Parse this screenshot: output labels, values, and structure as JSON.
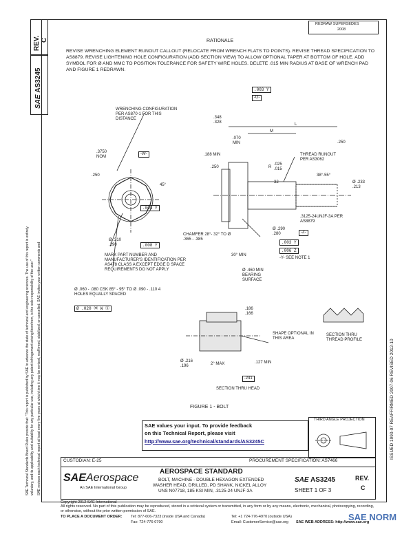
{
  "header": {
    "rev_label": "REV.",
    "rev_value": "C",
    "doc_number": "AS3245",
    "right_stamp_1": "REDRAW  SUPERSEDES",
    "right_stamp_2": "2008"
  },
  "rationale": {
    "title": "RATIONALE",
    "body": "REVISE WRENCHING ELEMENT RUNOUT CALLOUT (RELOCATE FROM WRENCH FLATS TO POINTS). REVISE THREAD SPECIFICATION TO AS8879. REVISE LIGHTENING HOLE CONFIGURATION (ADD SECTION VIEW) TO ALLOW OPTIONAL TAPER AT BOTTOM OF HOLE. ADD SYMBOL FOR Ø AND MMC TO POSITION TOLERANCE FOR SAFETY WIRE HOLES. DELETE .015 MIN RADIUS AT BASE OF WRENCH PAD AND FIGURE 1 REDRAWN."
  },
  "left_margin": {
    "line1": "SAE Technical Standards Board Rules provide that: \"This report is published by SAE to advance the state of technical and engineering sciences. The use of this report is entirely",
    "line2": "voluntary, and its applicability and suitability for any particular use, including any patent infringement arising therefrom, is the sole responsibility of the user.\"",
    "line3": "SAE reviews each technical report at least every five years at which time it may be revised, reaffirmed, stabilized, or cancelled. SAE invites your written comments and"
  },
  "right_margin": {
    "text": "ISSUED 1990-07      REAFFIRMED 2007-06      REVISED 2012-10"
  },
  "drawing": {
    "wrenching_note": "WRENCHING CONFIGURATION PER AS870-1 FOR THIS DISTANCE",
    "nom": ".3750 NOM",
    "w_datum": "-W-",
    "dim_250a": ".250",
    "angle45": "45°",
    "fcf_008_y": ".008 Y",
    "dia_310": "Ø .310 .290",
    "fcf_008_y2": ".008 Y",
    "mark_note": "MARK PART NUMBER AND MANUFACTURER'S IDENTIFICATION PER AS478 CLASS A EXCEPT EDGE D SPACE REQUIREMENTS DO NOT APPLY",
    "holes_note": "Ø .060 - .080 CSK 85° - 95° TO Ø .090 - .110 4 HOLES EQUALLY SPACED",
    "fcf_holes": "Ø .020 Ⓜ W Ⓢ",
    "fcf_003": ".003 Y",
    "u_datum": "-U-",
    "dim_348": ".348 .328",
    "dim_m": "M",
    "dim_l": "L",
    "dim_070": ".070 MIN",
    "dim_188": ".188 MIN",
    "dim_250b": ".250",
    "dim_r": "R",
    "dim_025": ".025 .015",
    "thread_runout": "THREAD RUNOUT PER AS3062",
    "angle3855": "38°-55°",
    "dim_250c": ".250",
    "dim_233": "Ø .233 .213",
    "dim_32": "32",
    "chamfer": "CHAMFER 28°- 32° TO Ø .365 - .385",
    "dim_290": "Ø .290 .280",
    "fcf_003_y": ".003 Y",
    "z_datum": "-Z-",
    "fcf_006": ".006 Z",
    "see_note": "-Y- SEE NOTE 1",
    "thread_spec": ".3125-24UNJF-3A PER AS8879",
    "angle30": "30° MIN",
    "bearing": "Ø .460 MIN BEARING SURFACE",
    "dim_186": ".186 .166",
    "shape_optional": "SHAPE OPTIONAL IN THIS AREA",
    "dim_216": "Ø .216 .196",
    "max_2": "2° MAX",
    "dim_127": ".127 MIN",
    "dim_241": ".241",
    "section_thru_head": "SECTION THRU HEAD",
    "section_thread": "SECTION THRU THREAD PROFILE",
    "figure_caption": "FIGURE 1 - BOLT",
    "third_angle": "THIRD ANGLE PROJECTION"
  },
  "feedback": {
    "line1": "SAE values your input. To provide feedback",
    "line2": "on this Technical Report, please visit",
    "link": "http://www.sae.org/technical/standards/AS3245C"
  },
  "title_block": {
    "custodian": "CUSTODIAN:  E-25",
    "procurement": "PROCUREMENT SPECIFICATION: AS7466",
    "logo_sae": "SAE",
    "logo_aero": "Aerospace",
    "logo_sub": "An SAE International Group",
    "standard": "AEROSPACE STANDARD",
    "desc1": "BOLT, MACHINE - DOUBLE HEXAGON EXTENDED",
    "desc2": "WASHER HEAD, DRILLED, PD SHANK, NICKEL ALLOY",
    "desc3": "UNS N07718, 185 KSI MIN, .3125-24 UNJF-3A",
    "sae_small": "SAE",
    "doc_number": "AS3245",
    "sheet": "SHEET 1 OF 3",
    "rev_label": "REV.",
    "rev_value": "C"
  },
  "footer": {
    "copyright": "Copyright 2012 SAE International",
    "rights": "All rights reserved. No part of this publication may be reproduced, stored in a retrieval system or transmitted, in any form or by any means, electronic, mechanical, photocopying, recording, or otherwise, without the prior written permission of SAE.",
    "place_order": "TO PLACE A DOCUMENT ORDER:",
    "tel": "Tel: 877-606-7323 (inside USA and Canada)",
    "tel2": "Tel: +1 724-776-4970 (outside USA)",
    "fax": "Fax: 724-776-0790",
    "email": "Email: CustomerService@sae.org",
    "web": "SAE WEB ADDRESS:  http://www.sae.org",
    "watermark": "SAE NORM"
  }
}
